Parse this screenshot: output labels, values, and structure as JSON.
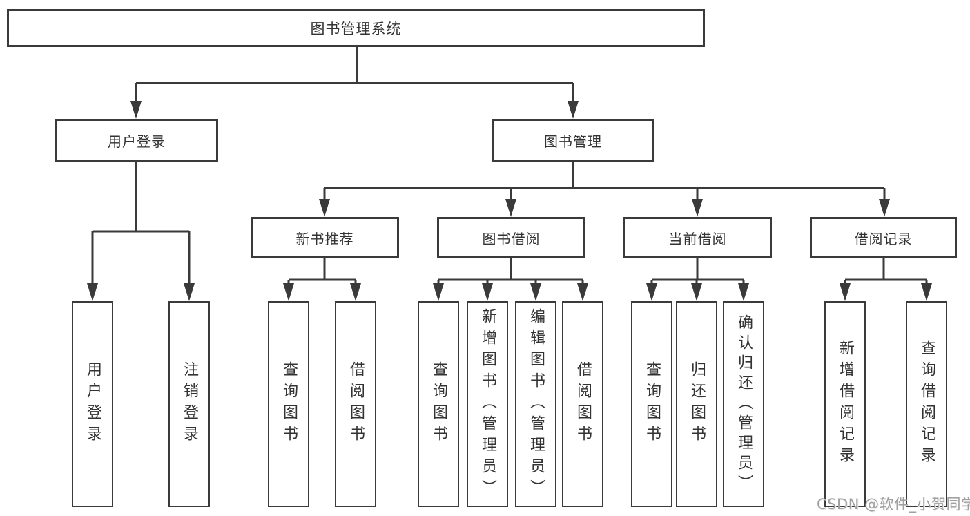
{
  "colors": {
    "line": "#3a3a3a",
    "text": "#333333",
    "watermark_gray": "#a0a0a0",
    "background": "#ffffff"
  },
  "nodes": {
    "root": {
      "label": "图书管理系统"
    },
    "user_login": {
      "label": "用户登录"
    },
    "book_mgmt": {
      "label": "图书管理"
    },
    "new_book_rec": {
      "label": "新书推荐"
    },
    "book_borrow": {
      "label": "图书借阅"
    },
    "current_borrow": {
      "label": "当前借阅"
    },
    "borrow_record": {
      "label": "借阅记录"
    },
    "leaf_user_login": {
      "label": "用户登录"
    },
    "leaf_logout": {
      "label": "注销登录"
    },
    "leaf_query_book_rec": {
      "label": "查询图书"
    },
    "leaf_borrow_book_rec": {
      "label": "借阅图书"
    },
    "leaf_query_book_borrow": {
      "label": "查询图书"
    },
    "leaf_add_book_admin": {
      "label": "新增图书（管理员）"
    },
    "leaf_edit_book_admin": {
      "label": "编辑图书（管理员）"
    },
    "leaf_borrow_book": {
      "label": "借阅图书"
    },
    "leaf_query_book_current": {
      "label": "查询图书"
    },
    "leaf_return_book": {
      "label": "归还图书"
    },
    "leaf_confirm_return_admin": {
      "label": "确认归还（管理员）"
    },
    "leaf_add_borrow_record": {
      "label": "新增借阅记录"
    },
    "leaf_query_borrow_record": {
      "label": "查询借阅记录"
    }
  },
  "watermark": {
    "text": "CSDN @软件_小贺同学"
  }
}
